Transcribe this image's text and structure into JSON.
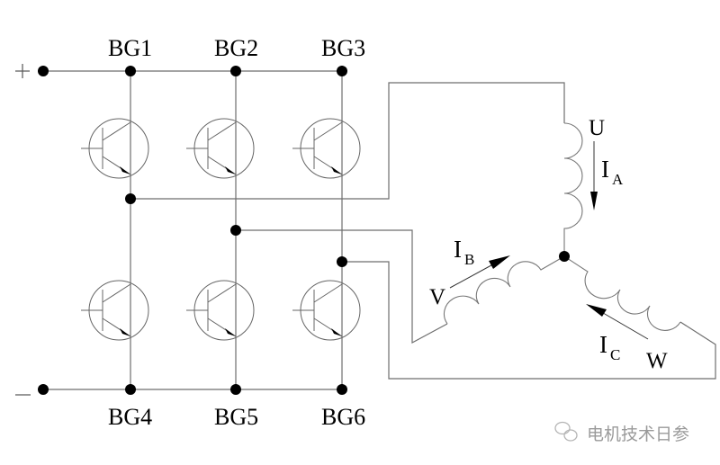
{
  "terminals": {
    "positive": "+",
    "negative": "−"
  },
  "transistors": {
    "upper": [
      "BG1",
      "BG2",
      "BG3"
    ],
    "lower": [
      "BG4",
      "BG5",
      "BG6"
    ]
  },
  "windings": {
    "phases": [
      "U",
      "V",
      "W"
    ],
    "currents": [
      {
        "main": "I",
        "sub": "A"
      },
      {
        "main": "I",
        "sub": "B"
      },
      {
        "main": "I",
        "sub": "C"
      }
    ]
  },
  "watermark": {
    "text": "电机技术日参",
    "icon": "wechat-icon"
  },
  "colors": {
    "wire": "#6e6e6e",
    "dot": "#000000",
    "text": "#000000"
  }
}
